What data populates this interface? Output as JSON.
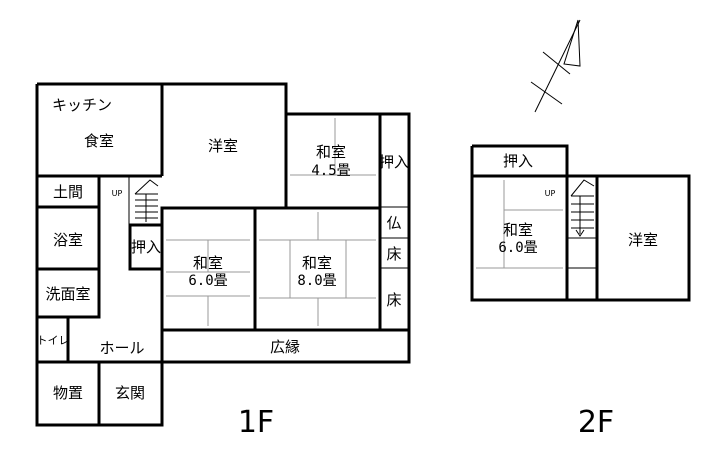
{
  "floor1": {
    "label": "1F",
    "rooms": {
      "kitchen": "キッチン",
      "dining": "食室",
      "western": "洋室",
      "washitsu45_name": "和室",
      "washitsu45_size": "4.5畳",
      "oshiire_right": "押入",
      "doma": "土間",
      "up": "UP",
      "bath": "浴室",
      "oshiire_stair": "押入",
      "washitsu6_name": "和室",
      "washitsu6_size": "6.0畳",
      "washitsu8_name": "和室",
      "washitsu8_size": "8.0畳",
      "butsudan": "仏",
      "toko1": "床",
      "toko2": "床",
      "washroom": "洗面室",
      "toilet": "トイレ",
      "hall": "ホール",
      "engawa": "広縁",
      "storage": "物置",
      "entrance": "玄関"
    }
  },
  "floor2": {
    "label": "2F",
    "rooms": {
      "oshiire": "押入",
      "up": "UP",
      "washitsu_name": "和室",
      "washitsu_size": "6.0畳",
      "western": "洋室"
    }
  }
}
